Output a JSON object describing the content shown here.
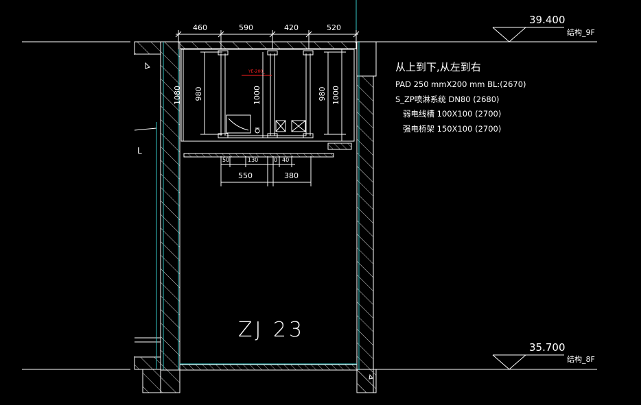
{
  "elevations": {
    "top_value": "39.400",
    "top_label": "结构_9F",
    "bottom_value": "35.700",
    "bottom_label": "结构_8F"
  },
  "top_dimensions": [
    "460",
    "590",
    "420",
    "520"
  ],
  "vertical_dimensions": {
    "left_outer": "1080",
    "left_inner": "980",
    "mid": "1000",
    "right_inner": "980",
    "right_outer": "1000"
  },
  "bottom_dimensions": {
    "d1": "50",
    "d2": "130",
    "d3": "0",
    "d4": "40",
    "d5": "550",
    "d6": "380"
  },
  "red_tag": "YE-200_",
  "shaft_label": "ZJ 23",
  "side_mark": "L",
  "notes": {
    "heading": "从上到下,从左到右",
    "line1": "PAD 250 mmX200 mm BL:(2670)",
    "line2": "S_ZP喷淋系统 DN80 (2680)",
    "line3": "弱电线槽 100X100 (2700)",
    "line4": "强电桥架 150X100 (2700)"
  },
  "colors": {
    "background": "#000000",
    "line": "#ffffff",
    "cyan": "#34c6c6",
    "red": "#ff2020",
    "hatch": "#d8d8d8"
  }
}
